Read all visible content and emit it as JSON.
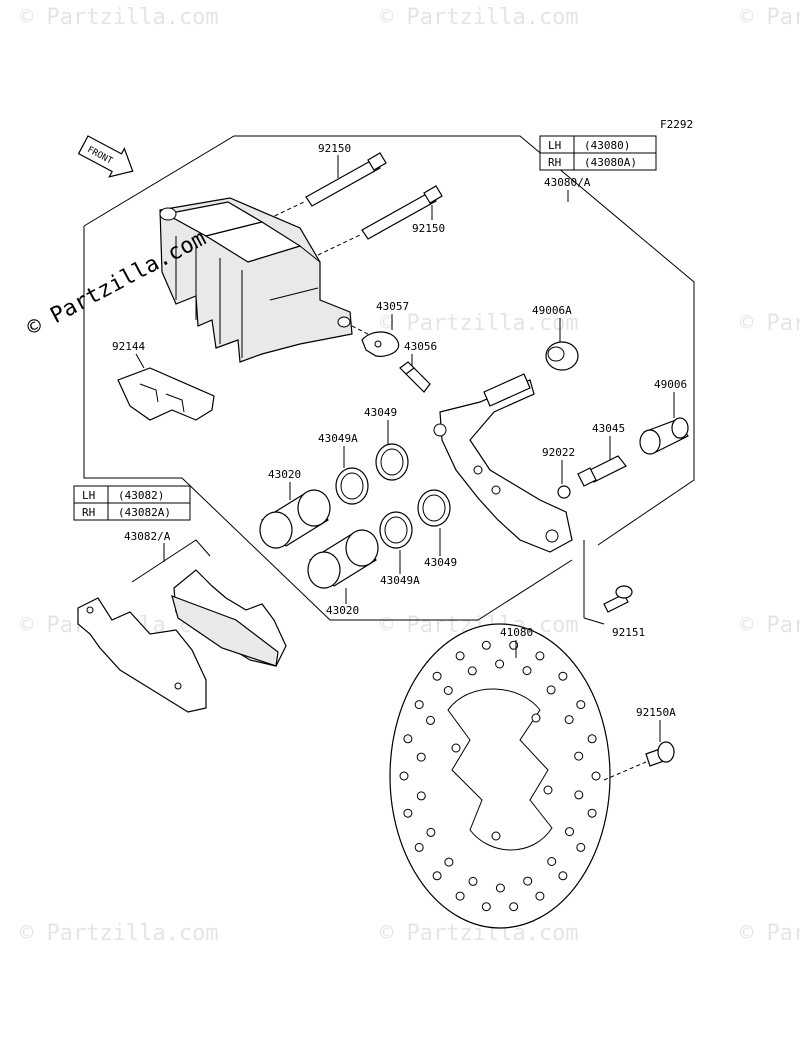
{
  "diagram_code": "F2292",
  "front_arrow_label": "FRONT",
  "watermark": {
    "text": "© Partzilla.com",
    "main_text": "© Partzilla.com"
  },
  "caliper_table": {
    "rows": [
      {
        "side": "LH",
        "part": "(43080)"
      },
      {
        "side": "RH",
        "part": "(43080A)"
      }
    ],
    "assembly_label": "43080/A"
  },
  "pad_table": {
    "rows": [
      {
        "side": "LH",
        "part": "(43082)"
      },
      {
        "side": "RH",
        "part": "(43082A)"
      }
    ],
    "assembly_label": "43082/A"
  },
  "parts": {
    "pin_upper": "92150",
    "pin_lower": "92150",
    "spring_plate": "92144",
    "retainer": "43057",
    "bleeder": "43056",
    "boot_upper": "49006A",
    "boot_lower": "49006",
    "seal_a": "43049",
    "seal_b": "43049A",
    "piston_upper": "43020",
    "piston_lower": "43020",
    "seal_c": "43049",
    "seal_d": "43049A",
    "sleeve": "43045",
    "washer": "92022",
    "bolt": "92151",
    "disc": "41080",
    "disc_bolt": "92150A"
  },
  "colors": {
    "line": "#000000",
    "background": "#ffffff",
    "shade": "#e9e9e9"
  }
}
